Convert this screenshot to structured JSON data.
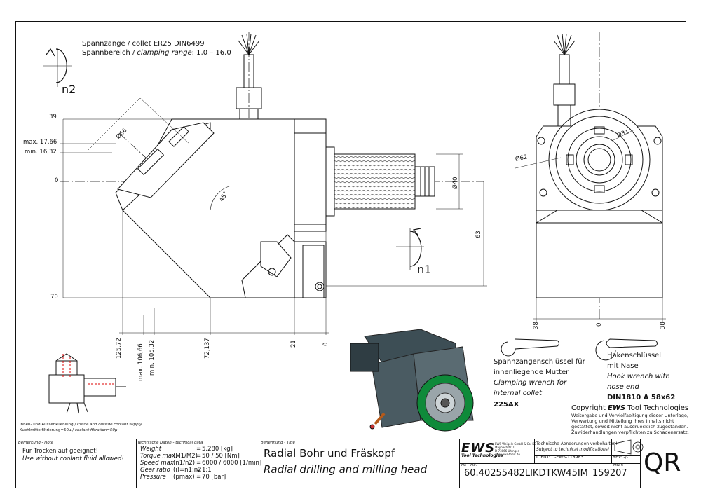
{
  "header": {
    "collet_line": "Spannzange / collet   ER25   DIN6499",
    "clamping_line_de": "Spannbereich / ",
    "clamping_line_en": "clamping range",
    "clamping_line_val": ": 1,0 – 16,0"
  },
  "rotations": {
    "n2": "n2",
    "n1": "n1"
  },
  "dims": {
    "d39": "39",
    "max_1766": "max. 17,66",
    "min_1632": "min. 16,32",
    "d0": "0",
    "d70": "70",
    "phi66": "Ø66",
    "angle45": "45°",
    "phi40": "Ø40",
    "d63": "63",
    "v12572": "125,72",
    "vmax10666": "max. 106,66",
    "vmin10532": "min. 105,32",
    "v72137": "72,137",
    "v21": "21",
    "v0": "0",
    "phi62": "Ø62",
    "phi31": "Ø31",
    "r38a": "38",
    "r0": "0",
    "r38b": "38"
  },
  "coolant_note": {
    "de": "Innen- und Aussenkuehlung / ",
    "en": "Inside and outside coolant supply",
    "filtration_de": "Kuehlmittelfiltrierung=50µ / ",
    "filtration_en": "coolant filtration=50µ"
  },
  "wrench_collet": {
    "l1": "Spannzangenschlüssel für",
    "l2": "innenliegende Mutter",
    "l3": "Clamping wrench for",
    "l4": "internal collet",
    "code": "225AX"
  },
  "wrench_hook": {
    "l1": "Hakenschlüssel",
    "l2": "mit Nase",
    "l3": "Hook wrench with",
    "l4": "nose end",
    "code": "DIN1810  A  58x62"
  },
  "copyright": {
    "prefix": "Copyright ",
    "brand": "EWS",
    "suffix": " Tool Technologies",
    "l1": "Weitergabe und Vervielfaeltigung dieser Unterlage,",
    "l2": "Verwertung und Mitteilung ihres Inhalts nicht",
    "l3": "gestattet, soweit nicht ausdruecklich zugestanden.",
    "l4": "Zuwiderhandlungen verpflichten zu Schadenersatz."
  },
  "title_block": {
    "remarks_label": "Bemerkung - Note",
    "remark_de": "Für Trockenlauf geeignet!",
    "remark_en": "Use without coolant fluid allowed!",
    "tech_label": "Technische Daten - technical data",
    "tech": [
      {
        "name": "Weight",
        "sym": "",
        "val": "5.280 [kg]"
      },
      {
        "name": "Torque max.",
        "sym": "(M1/M2)",
        "val": "50 / 50 [Nm]"
      },
      {
        "name": "Speed max.",
        "sym": "(n1/n2)",
        "val": "6000 / 6000 [1/min]"
      },
      {
        "name": "Gear ratio",
        "sym": "(i)=n1:n2",
        "val": "1:1"
      },
      {
        "name": "Pressure",
        "sym": "(pmax)",
        "val": "70 [bar]"
      }
    ],
    "name_label": "Benennung - Title",
    "name_de": "Radial Bohr und Fräskopf",
    "name_en": "Radial drilling and milling head",
    "logo": "EWS",
    "logo_sub": "Tool Technologies",
    "company": [
      "EWS Weigele GmbH & Co. KG",
      "Maybachstr. 1",
      "D-73066 Uhingen",
      "www.ews-tools.de"
    ],
    "change_de": "Technische Aenderungen vorbehalten!",
    "change_en": "Subject to technical modifications!",
    "ident_label": "IDENT:",
    "ident": "D-EWS-118983",
    "rev_label": "REV:",
    "rev": "-/-",
    "nr_label": "Nr. - No.",
    "number": "60.40255482LIKDTKW45IM",
    "mnr_label": "MNR:",
    "mnr": "159207",
    "qr": "QR"
  },
  "icons": [
    "rotation-arrow-icon",
    "projection-symbol-icon"
  ]
}
